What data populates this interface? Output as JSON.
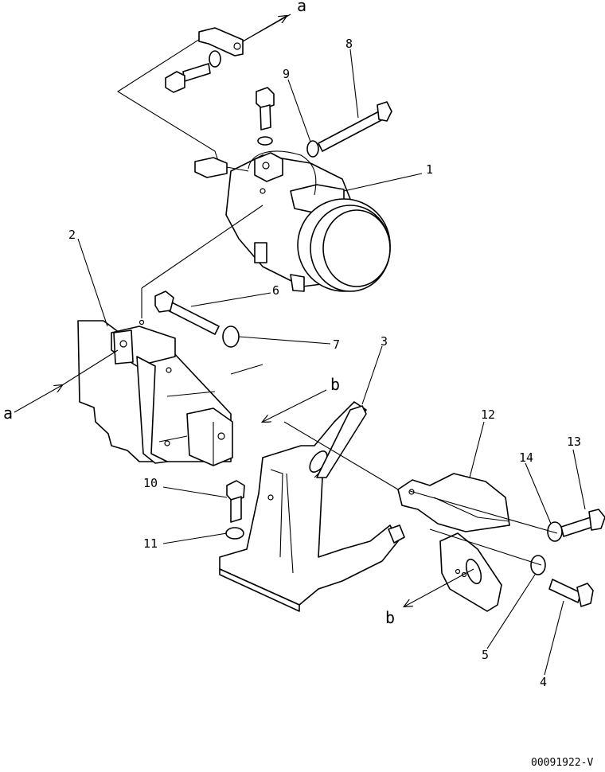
{
  "drawing_code": "00091922-V",
  "ref_arrows": {
    "a": "a",
    "b": "b"
  },
  "part_labels": {
    "p1": "1",
    "p2": "2",
    "p3": "3",
    "p4": "4",
    "p5": "5",
    "p6": "6",
    "p7": "7",
    "p8": "8",
    "p9": "9",
    "p10": "10",
    "p11": "11",
    "p12": "12",
    "p13": "13",
    "p14": "14"
  }
}
